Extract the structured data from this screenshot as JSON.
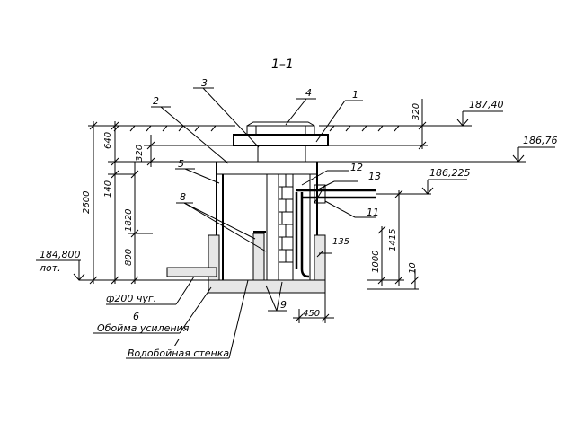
{
  "section_title": "1–1",
  "elevations": {
    "ground": "187,40",
    "top_wall": "186,76",
    "pipe_axis": "186,225",
    "bottom": "184,800",
    "bottom_note": "лот."
  },
  "dimensions": {
    "d320_top": "320",
    "d640": "640",
    "d320_left": "320",
    "d2600": "2600",
    "d140": "140",
    "d1820": "1820",
    "d800": "800",
    "d1415": "1415",
    "d1000": "1000",
    "d10": "10",
    "d135": "135",
    "d450": "450"
  },
  "positions": {
    "p1": "1",
    "p2": "2",
    "p3": "3",
    "p4": "4",
    "p5": "5",
    "p8": "8",
    "p9": "9",
    "p11": "11",
    "p12": "12",
    "p13": "13"
  },
  "notes": {
    "pipe": "ф200 чуг.",
    "n6": "6",
    "t6": "Обойма усиления",
    "n7": "7",
    "t7": "Водобойная стенка"
  }
}
